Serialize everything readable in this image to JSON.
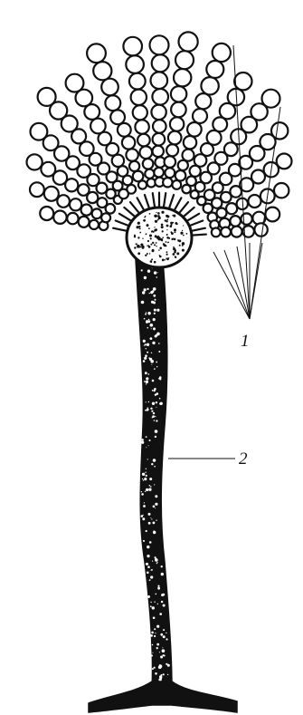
{
  "figure": {
    "labels": [
      {
        "id": "label-1",
        "text": "1"
      },
      {
        "id": "label-2",
        "text": "2"
      }
    ]
  },
  "colors": {
    "ink": "#111111",
    "background": "#ffffff"
  }
}
